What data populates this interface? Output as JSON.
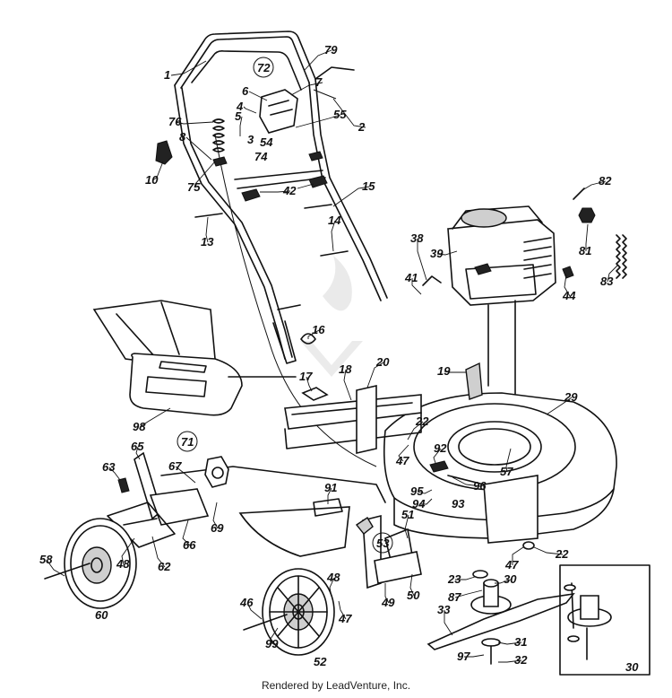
{
  "diagram": {
    "parts": [
      {
        "id": "p1",
        "label": "1"
      },
      {
        "id": "p79",
        "label": "79"
      },
      {
        "id": "p72",
        "label": "72"
      },
      {
        "id": "p7",
        "label": "7"
      },
      {
        "id": "p6",
        "label": "6"
      },
      {
        "id": "p4",
        "label": "4"
      },
      {
        "id": "p76",
        "label": "76"
      },
      {
        "id": "p5",
        "label": "5"
      },
      {
        "id": "p55",
        "label": "55"
      },
      {
        "id": "p2",
        "label": "2"
      },
      {
        "id": "p8",
        "label": "8"
      },
      {
        "id": "p3",
        "label": "3"
      },
      {
        "id": "p54",
        "label": "54"
      },
      {
        "id": "p74",
        "label": "74"
      },
      {
        "id": "p10",
        "label": "10"
      },
      {
        "id": "p75",
        "label": "75"
      },
      {
        "id": "p42",
        "label": "42"
      },
      {
        "id": "p15",
        "label": "15"
      },
      {
        "id": "p13",
        "label": "13"
      },
      {
        "id": "p14",
        "label": "14"
      },
      {
        "id": "p82",
        "label": "82"
      },
      {
        "id": "p38",
        "label": "38"
      },
      {
        "id": "p39",
        "label": "39"
      },
      {
        "id": "p81",
        "label": "81"
      },
      {
        "id": "p83",
        "label": "83"
      },
      {
        "id": "p41",
        "label": "41"
      },
      {
        "id": "p44",
        "label": "44"
      },
      {
        "id": "p16",
        "label": "16"
      },
      {
        "id": "p20",
        "label": "20"
      },
      {
        "id": "p19",
        "label": "19"
      },
      {
        "id": "p17",
        "label": "17"
      },
      {
        "id": "p18",
        "label": "18"
      },
      {
        "id": "p29",
        "label": "29"
      },
      {
        "id": "p98",
        "label": "98"
      },
      {
        "id": "p22a",
        "label": "22"
      },
      {
        "id": "p71",
        "label": "71"
      },
      {
        "id": "p65",
        "label": "65"
      },
      {
        "id": "p92",
        "label": "92"
      },
      {
        "id": "p47a",
        "label": "47"
      },
      {
        "id": "p63",
        "label": "63"
      },
      {
        "id": "p67",
        "label": "67"
      },
      {
        "id": "p57",
        "label": "57"
      },
      {
        "id": "p95",
        "label": "95"
      },
      {
        "id": "p96",
        "label": "96"
      },
      {
        "id": "p94",
        "label": "94"
      },
      {
        "id": "p93",
        "label": "93"
      },
      {
        "id": "p91",
        "label": "91"
      },
      {
        "id": "p69",
        "label": "69"
      },
      {
        "id": "p66",
        "label": "66"
      },
      {
        "id": "p48a",
        "label": "48"
      },
      {
        "id": "p62",
        "label": "62"
      },
      {
        "id": "p51",
        "label": "51"
      },
      {
        "id": "p53",
        "label": "53"
      },
      {
        "id": "p22b",
        "label": "22"
      },
      {
        "id": "p47b",
        "label": "47"
      },
      {
        "id": "p58",
        "label": "58"
      },
      {
        "id": "p23",
        "label": "23"
      },
      {
        "id": "p30a",
        "label": "30"
      },
      {
        "id": "p87",
        "label": "87"
      },
      {
        "id": "p60",
        "label": "60"
      },
      {
        "id": "p48b",
        "label": "48"
      },
      {
        "id": "p49",
        "label": "49"
      },
      {
        "id": "p50",
        "label": "50"
      },
      {
        "id": "p46",
        "label": "46"
      },
      {
        "id": "p47c",
        "label": "47"
      },
      {
        "id": "p33",
        "label": "33"
      },
      {
        "id": "p99",
        "label": "99"
      },
      {
        "id": "p31",
        "label": "31"
      },
      {
        "id": "p97",
        "label": "97"
      },
      {
        "id": "p32",
        "label": "32"
      },
      {
        "id": "p52",
        "label": "52"
      },
      {
        "id": "p30b",
        "label": "30"
      }
    ]
  },
  "footer": {
    "text": "Rendered by LeadVenture, Inc."
  },
  "colors": {
    "ink": "#111111",
    "background": "#ffffff"
  }
}
